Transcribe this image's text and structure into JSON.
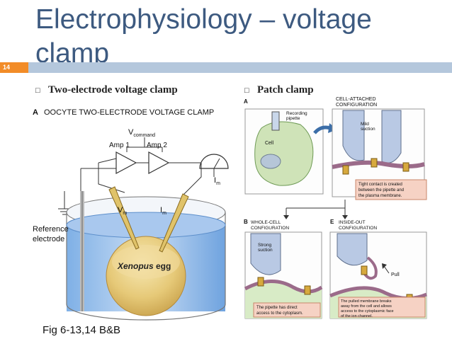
{
  "slide": {
    "number": "14",
    "title_line1": "Electrophysiology – voltage",
    "title_line2": "clamp",
    "bullets": [
      {
        "mark": "□",
        "text": "Two-electrode voltage clamp"
      },
      {
        "mark": "□",
        "text": "Patch clamp"
      }
    ],
    "caption": "Fig 6-13,14  B&B"
  },
  "left_figure": {
    "label_letter": "A",
    "label_text": "OOCYTE TWO-ELECTRODE VOLTAGE CLAMP",
    "vcommand": "V",
    "vcommand_sub": "command",
    "amp1": "Amp 1",
    "amp2": "Amp 2",
    "im_meter": "I",
    "im_meter_sub": "m",
    "vm": "V",
    "vm_sub": "m",
    "im": "I",
    "im_sub": "m",
    "ref1": "Reference",
    "ref2": "electrode",
    "egg1": "Xenopus",
    "egg2": " egg"
  },
  "right_figure": {
    "panel_a_letter": "A",
    "cell_attached1": "CELL-ATTACHED",
    "cell_attached2": "CONFIGURATION",
    "recording1": "Recording",
    "recording2": "pipette",
    "cell": "Cell",
    "mild1": "Mild",
    "mild2": "suction",
    "tight1": "Tight contact is created",
    "tight2": "between the pipette and",
    "tight3": "the plasma membrane.",
    "panel_b_letter": "B",
    "whole_cell1": "WHOLE-CELL",
    "whole_cell2": "CONFIGURATION",
    "strong1": "Strong",
    "strong2": "suction",
    "direct1": "The pipette has direct",
    "direct2": "access to the cytoplasm.",
    "panel_e_letter": "E",
    "inside_out1": "INSIDE-OUT",
    "inside_out2": "CONFIGURATION",
    "pull": "Pull",
    "pulled1": "The pulled membrane  breaks",
    "pulled2": "away from the cell and allows",
    "pulled3": "access to the cytoplasmic face",
    "pulled4": "of the ion channel."
  },
  "colors": {
    "title": "#3d5a80",
    "band": "#b4c7dc",
    "band_accent": "#f28c28",
    "pipette": "#b9c9e4",
    "cell_green": "#cfe3b8",
    "note_box": "#f6d2c4"
  }
}
